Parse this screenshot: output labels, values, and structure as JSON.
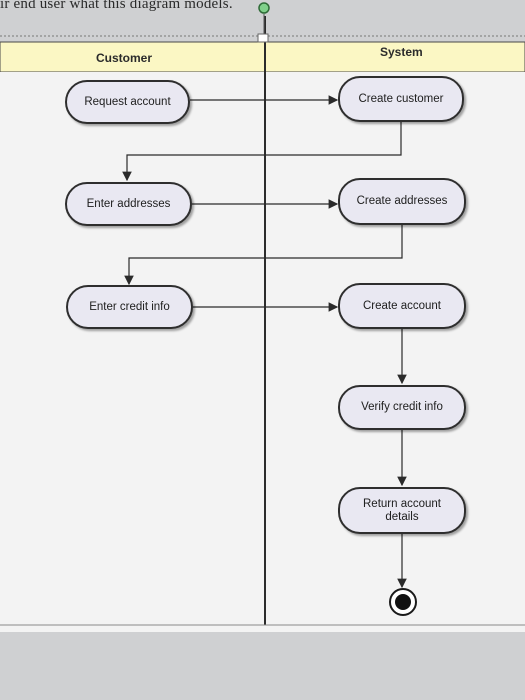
{
  "caption": "ir end user what this diagram models.",
  "lanes": {
    "customer": "Customer",
    "system": "System"
  },
  "nodes": {
    "request_account": "Request account",
    "create_customer": "Create customer",
    "enter_addresses": "Enter addresses",
    "create_addresses": "Create addresses",
    "enter_credit_info": "Enter credit info",
    "create_account": "Create account",
    "verify_credit_info": "Verify credit info",
    "return_account_details": "Return account details"
  },
  "colors": {
    "lane_header": "#fbf7c4",
    "node_fill": "#e9e8f2",
    "page": "#cfd0d2",
    "start_node": "#7fd08a"
  }
}
